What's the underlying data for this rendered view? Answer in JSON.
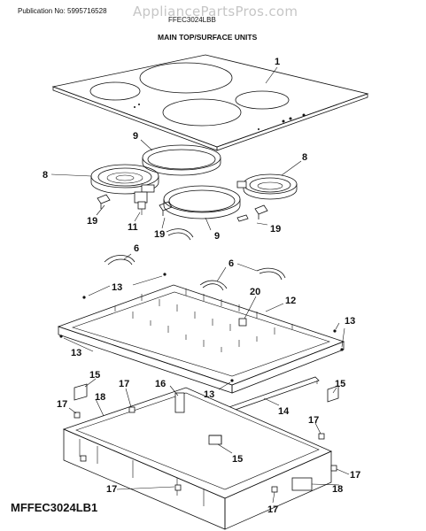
{
  "header": {
    "publication": "Publication No: 5995716528",
    "model": "FFEC3024LBB",
    "watermark": "AppliancePartsPros.com",
    "section_title": "MAIN TOP/SURFACE UNITS"
  },
  "footer": {
    "model_code": "MFFEC3024LB1"
  },
  "callouts": {
    "c1": "1",
    "c9a": "9",
    "c8a": "8",
    "c8b": "8",
    "c19a": "19",
    "c11": "11",
    "c19b": "19",
    "c9b": "9",
    "c19c": "19",
    "c6a": "6",
    "c6b": "6",
    "c13a": "13",
    "c20": "20",
    "c12": "12",
    "c13b": "13",
    "c13c": "13",
    "c13d": "13",
    "c15a": "15",
    "c17a": "17",
    "c16": "16",
    "c18a": "18",
    "c17b": "17",
    "c14": "14",
    "c15b": "15",
    "c17c": "17",
    "c15c": "15",
    "c17d": "17",
    "c17e": "17",
    "c18b": "18",
    "c17f": "17"
  }
}
